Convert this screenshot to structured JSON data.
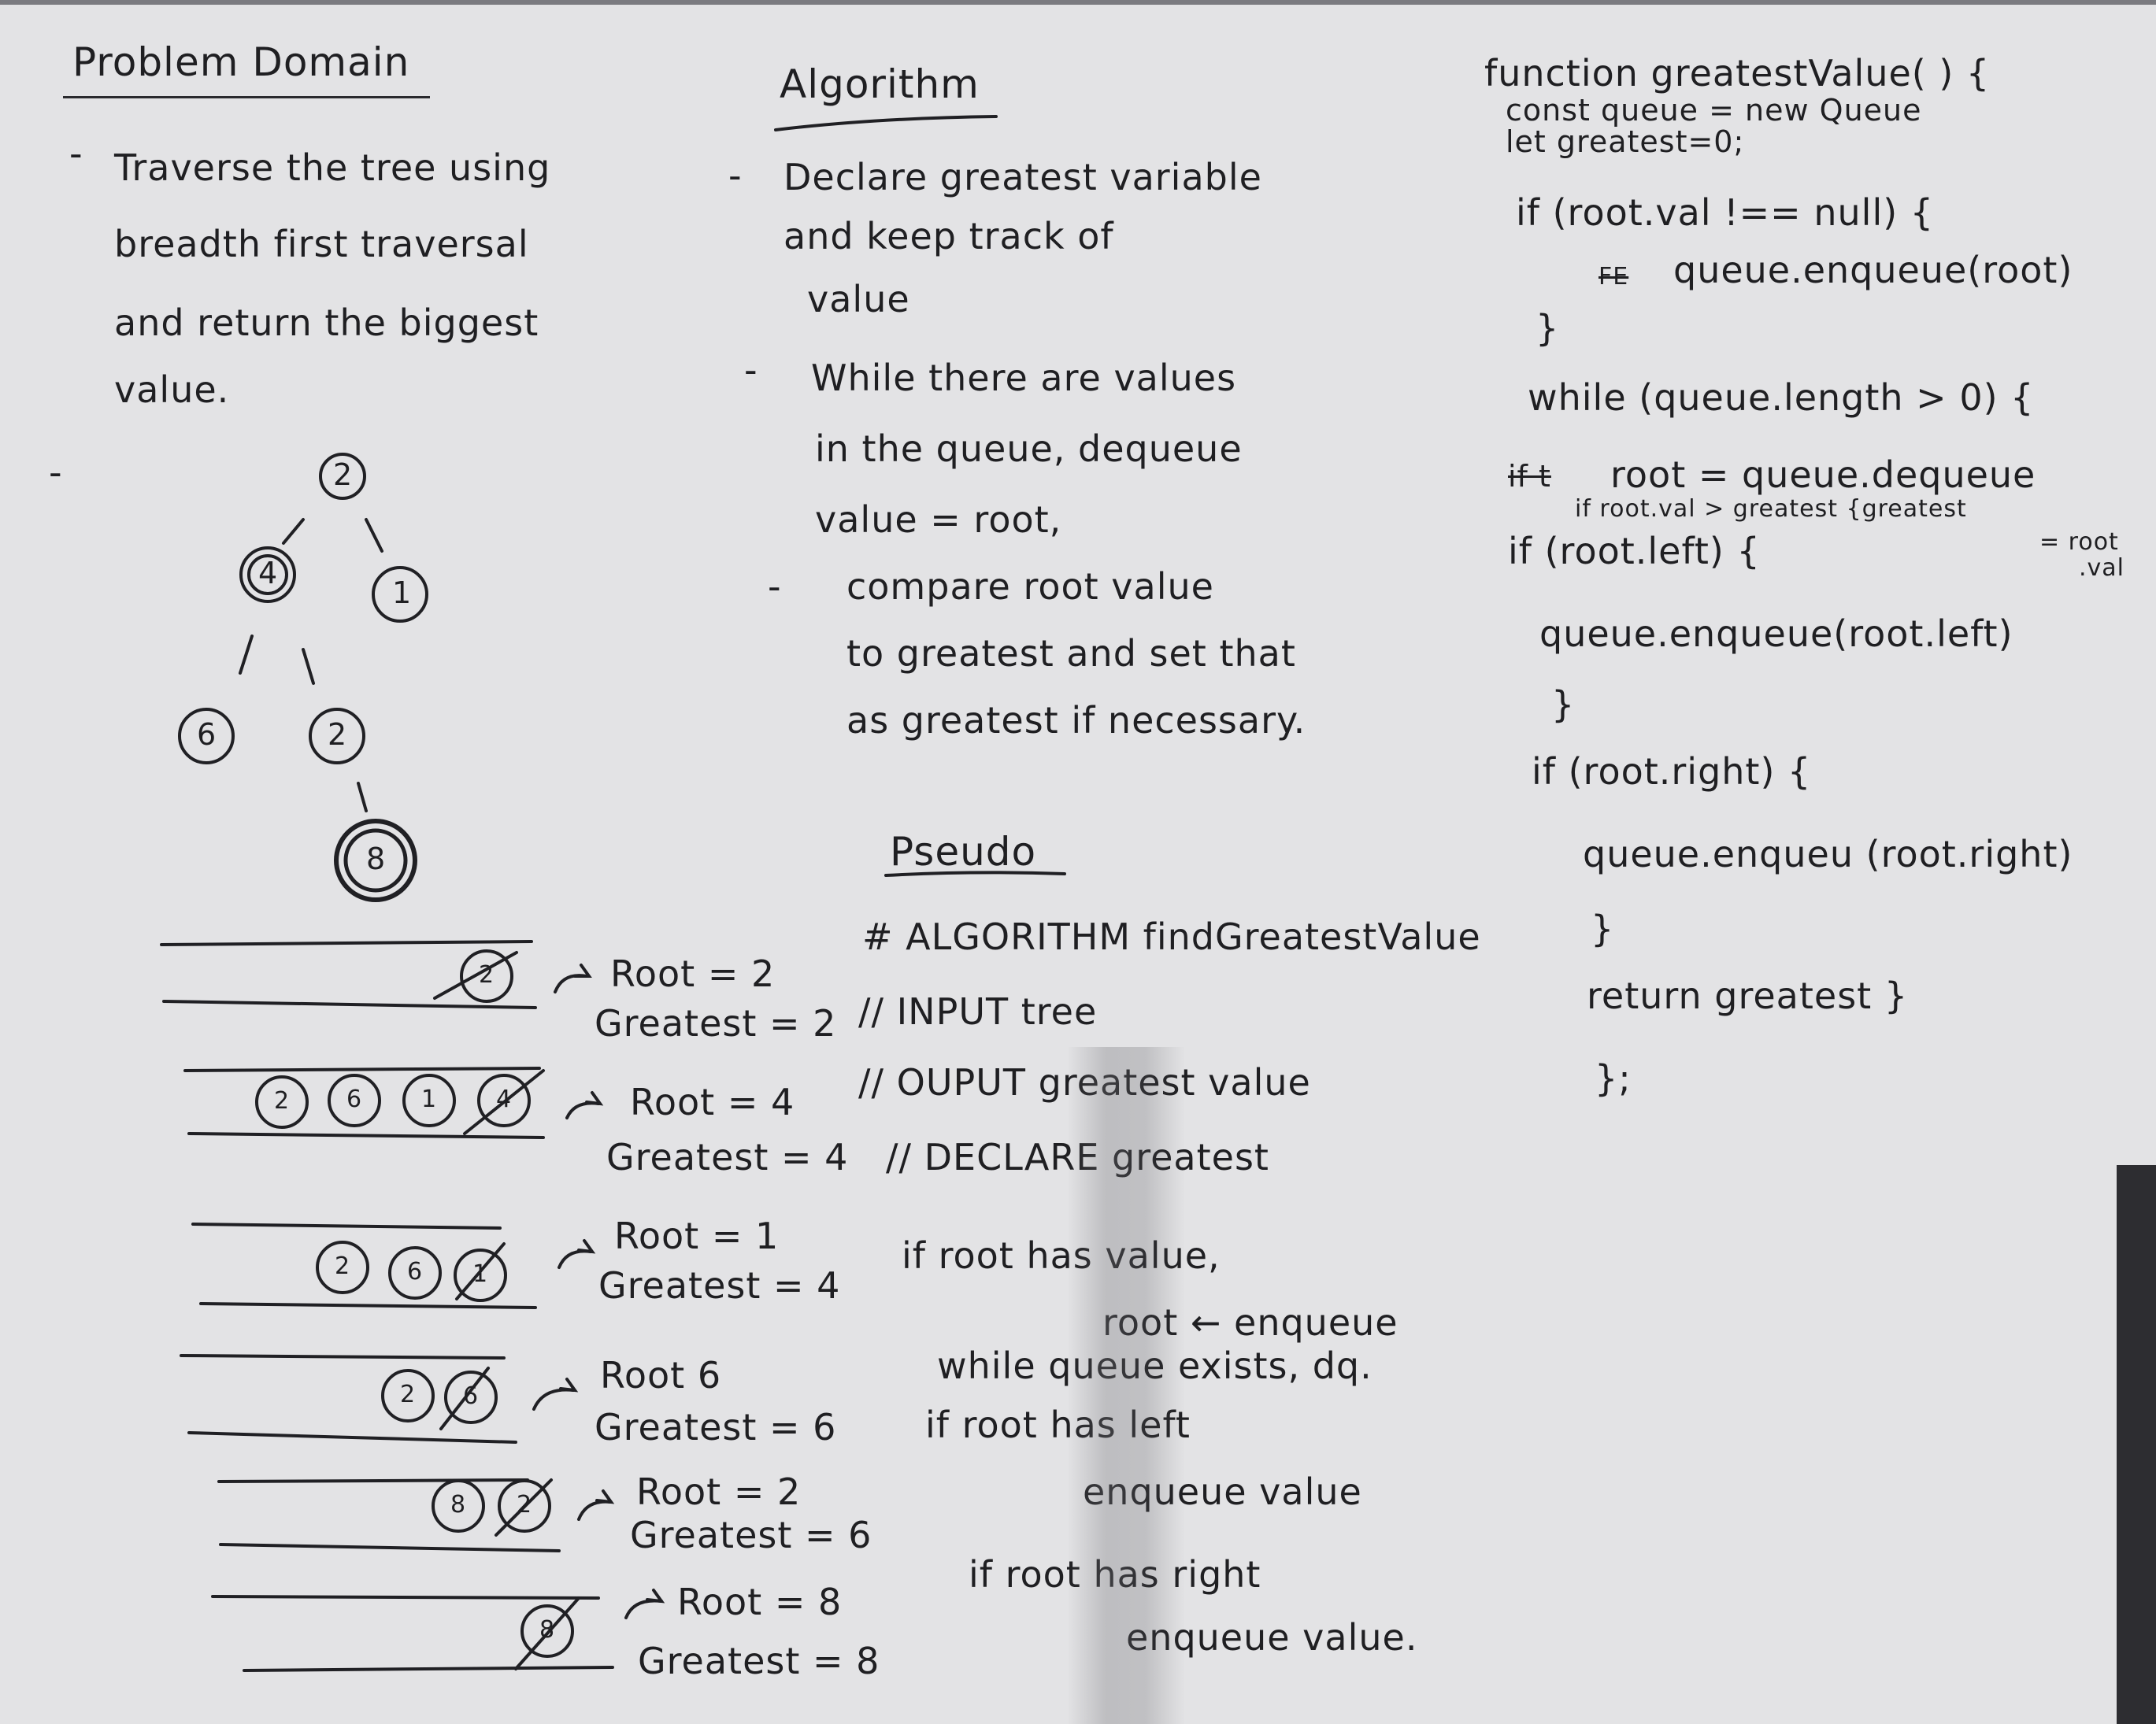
{
  "problem": {
    "heading": "Problem Domain",
    "dash": "-",
    "lines": [
      "Traverse the tree using",
      "breadth first traversal",
      "and return the biggest",
      "value."
    ],
    "tree_dash": "-"
  },
  "tree": {
    "nodes": [
      "2",
      "4",
      "1",
      "6",
      "2",
      "8"
    ]
  },
  "queue_steps": [
    {
      "items": [
        "2"
      ],
      "crossed": "2",
      "root": "Root = 2",
      "greatest": "Greatest = 2"
    },
    {
      "items": [
        "2",
        "6",
        "1",
        "4"
      ],
      "crossed": "4",
      "root": "Root = 4",
      "greatest": "Greatest = 4"
    },
    {
      "items": [
        "2",
        "6",
        "1"
      ],
      "crossed": "1",
      "root": "Root = 1",
      "greatest": "Greatest = 4"
    },
    {
      "items": [
        "2",
        "6"
      ],
      "crossed": "6",
      "root": "Root 6",
      "greatest": "Greatest = 6"
    },
    {
      "items": [
        "8",
        "2"
      ],
      "crossed": "2",
      "root": "Root = 2",
      "greatest": "Greatest = 6"
    },
    {
      "items": [
        "8"
      ],
      "crossed": "8",
      "root": "Root = 8",
      "greatest": "Greatest = 8"
    }
  ],
  "algorithm": {
    "heading": "Algorithm",
    "dash": "-",
    "step1": [
      "Declare greatest variable",
      "and keep track of",
      "value"
    ],
    "step2": [
      "While there are values",
      "in the queue, dequeue",
      "value = root,"
    ],
    "step3": [
      "compare root value",
      "to greatest and set that",
      "as greatest if necessary."
    ]
  },
  "pseudo": {
    "heading": "Pseudo",
    "lines": [
      "# ALGORITHM findGreatestValue",
      "// INPUT tree",
      "// OUPUT greatest value",
      "// DECLARE greatest",
      "if root has value,",
      "root ← enqueue",
      "while queue exists, dq.",
      "if root has left",
      "enqueue value",
      "if root has right",
      "enqueue value."
    ]
  },
  "code": {
    "lines": [
      "function greatestValue( ) {",
      "const queue = new Queue",
      "let greatest=0;",
      "if (root.val !== null) {",
      "queue.enqueue(root)",
      "}",
      "while (queue.length > 0) {",
      "root = queue.dequeue",
      "if root.val > greatest {greatest",
      "= root",
      ".val",
      "if (root.left) {",
      "queue.enqueue(root.left)",
      "}",
      "if (root.right) {",
      "queue.enqueu (root.right)",
      "}",
      "return greatest }",
      "};"
    ],
    "struck": [
      "FE",
      "if t"
    ]
  }
}
